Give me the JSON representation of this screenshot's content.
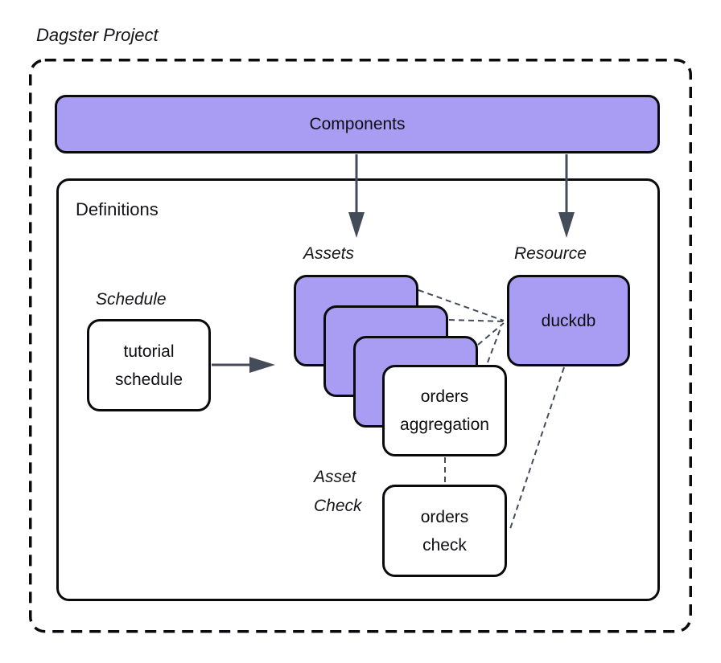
{
  "title": "Dagster Project",
  "components": {
    "label": "Components"
  },
  "definitions": {
    "label": "Definitions"
  },
  "schedule": {
    "label": "Schedule",
    "node": "tutorial\nschedule"
  },
  "assets": {
    "label": "Assets",
    "node": "orders\naggregation"
  },
  "resource": {
    "label": "Resource",
    "node": "duckdb"
  },
  "asset_check": {
    "label": "Asset\nCheck",
    "node": "orders\ncheck"
  },
  "colors": {
    "node_purple": "#a89df2",
    "outline_black": "#0b0b0f",
    "connector_slate": "#454c59",
    "background": "#ffffff"
  }
}
